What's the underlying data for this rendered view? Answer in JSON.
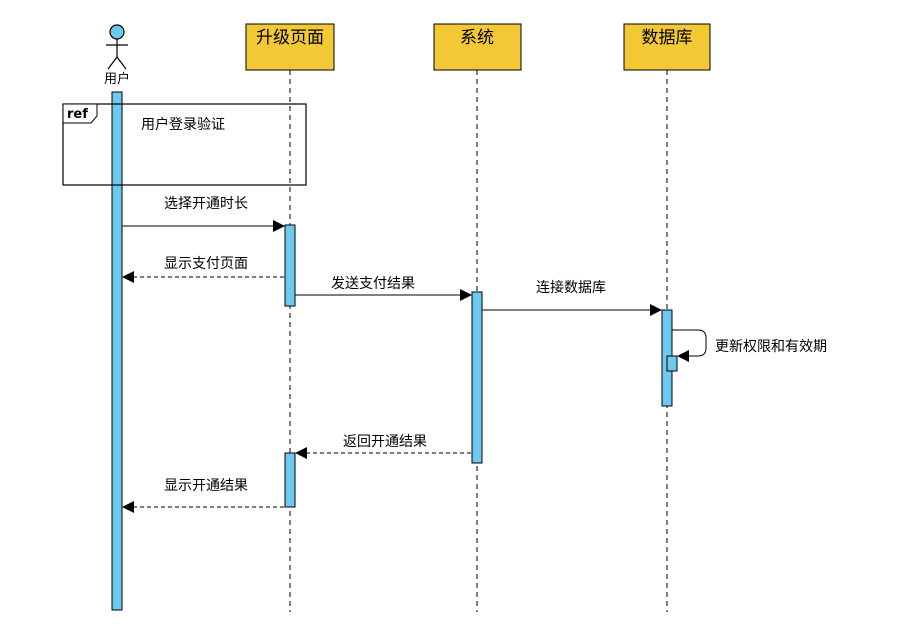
{
  "actor": {
    "label": "用户"
  },
  "participants": [
    {
      "id": "upgrade",
      "label": "升级页面"
    },
    {
      "id": "system",
      "label": "系统"
    },
    {
      "id": "database",
      "label": "数据库"
    }
  ],
  "ref_frame": {
    "tag": "ref",
    "text": "用户登录验证"
  },
  "messages": [
    {
      "label": "选择开通时长",
      "style": "solid"
    },
    {
      "label": "显示支付页面",
      "style": "dashed"
    },
    {
      "label": "发送支付结果",
      "style": "solid"
    },
    {
      "label": "连接数据库",
      "style": "solid"
    },
    {
      "label": "更新权限和有效期",
      "style": "self"
    },
    {
      "label": "返回开通结果",
      "style": "dashed"
    },
    {
      "label": "显示开通结果",
      "style": "dashed"
    }
  ],
  "colors": {
    "participant_fill": "#F2C935",
    "activation_fill": "#6EC9EE",
    "actor_head_fill": "#6EC9EE"
  }
}
